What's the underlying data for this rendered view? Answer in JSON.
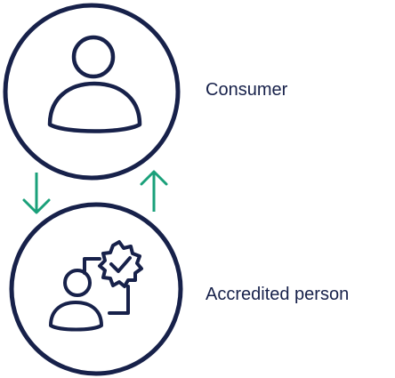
{
  "colors": {
    "stroke": "#17214a",
    "arrow": "#1aa07a",
    "text": "#17214a",
    "background": "#ffffff"
  },
  "nodes": [
    {
      "id": "consumer",
      "label": "Consumer",
      "icon": "person-icon"
    },
    {
      "id": "accredited",
      "label": "Accredited person",
      "icon": "accredited-person-icon"
    }
  ],
  "arrows": [
    {
      "direction": "down",
      "from": "consumer",
      "to": "accredited"
    },
    {
      "direction": "up",
      "from": "accredited",
      "to": "consumer"
    }
  ]
}
